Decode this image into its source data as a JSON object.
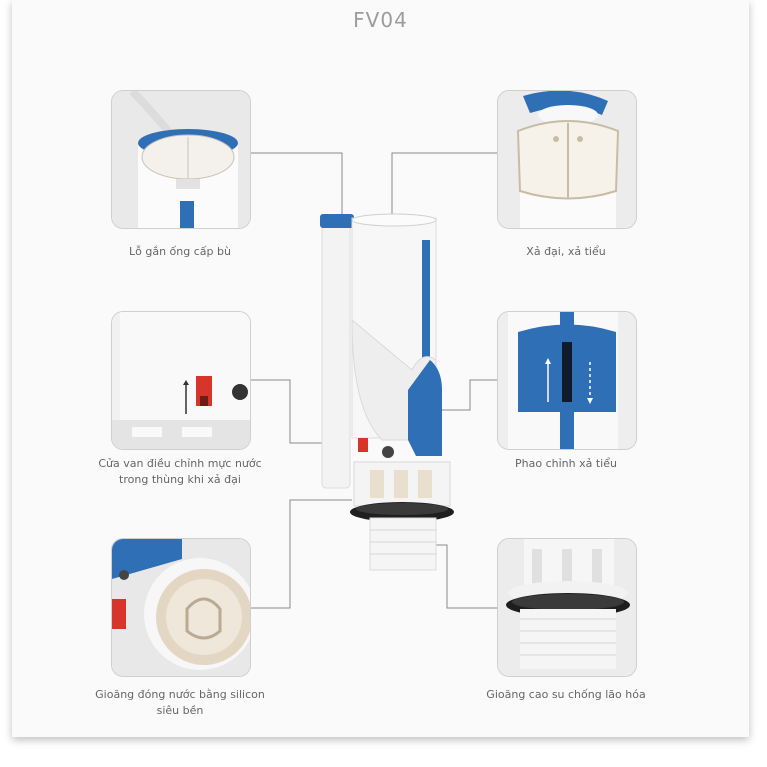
{
  "title": "FV04",
  "callouts": [
    {
      "label": "Lỗ gắn ống cấp bù"
    },
    {
      "label": "Xả đại, xả tiểu"
    },
    {
      "label": "Cửa van điều chỉnh mực nước trong thùng khi xả đại"
    },
    {
      "label": "Phao chỉnh xả tiểu"
    },
    {
      "label": "Gioăng đóng nước bằng silicon siêu bền"
    },
    {
      "label": "Gioăng cao su chống lão hóa"
    }
  ],
  "colors": {
    "accent_blue": "#2f6fb6",
    "text_gray": "#666666",
    "red_button": "#d8352a",
    "body_white": "#f5f5f5"
  }
}
